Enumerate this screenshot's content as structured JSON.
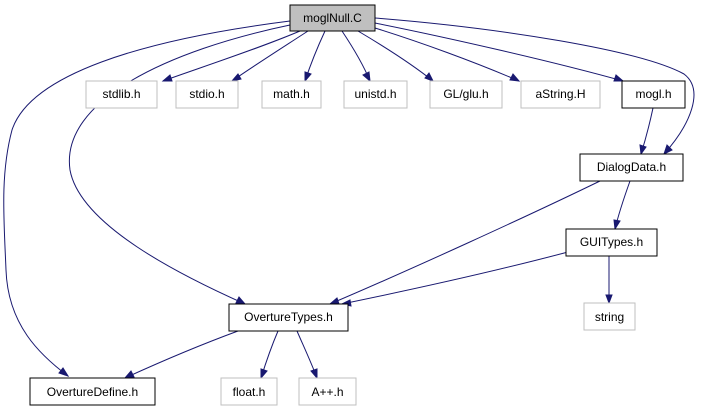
{
  "colors": {
    "edge": "#191970",
    "root_fill": "#bfbfbf",
    "root_border": "#000000",
    "documented_border": "#000000",
    "external_border": "#bfbfbf",
    "node_fill": "#ffffff"
  },
  "nodes": {
    "moglNull_C": {
      "label": "moglNull.C",
      "kind": "root"
    },
    "stdlib_h": {
      "label": "stdlib.h",
      "kind": "external"
    },
    "stdio_h": {
      "label": "stdio.h",
      "kind": "external"
    },
    "math_h": {
      "label": "math.h",
      "kind": "external"
    },
    "unistd_h": {
      "label": "unistd.h",
      "kind": "external"
    },
    "GL_glu_h": {
      "label": "GL/glu.h",
      "kind": "external"
    },
    "aString_H": {
      "label": "aString.H",
      "kind": "external"
    },
    "mogl_h": {
      "label": "mogl.h",
      "kind": "documented"
    },
    "DialogData_h": {
      "label": "DialogData.h",
      "kind": "documented"
    },
    "GUITypes_h": {
      "label": "GUITypes.h",
      "kind": "documented"
    },
    "string": {
      "label": "string",
      "kind": "external"
    },
    "OvertureTypes_h": {
      "label": "OvertureTypes.h",
      "kind": "documented"
    },
    "OvertureDefine_h": {
      "label": "OvertureDefine.h",
      "kind": "documented"
    },
    "float_h": {
      "label": "float.h",
      "kind": "external"
    },
    "Aplusplus_h": {
      "label": "A++.h",
      "kind": "external"
    }
  },
  "edges": [
    {
      "from": "moglNull_C",
      "to": "stdlib_h"
    },
    {
      "from": "moglNull_C",
      "to": "stdio_h"
    },
    {
      "from": "moglNull_C",
      "to": "math_h"
    },
    {
      "from": "moglNull_C",
      "to": "unistd_h"
    },
    {
      "from": "moglNull_C",
      "to": "GL_glu_h"
    },
    {
      "from": "moglNull_C",
      "to": "aString_H"
    },
    {
      "from": "moglNull_C",
      "to": "mogl_h"
    },
    {
      "from": "moglNull_C",
      "to": "DialogData_h"
    },
    {
      "from": "moglNull_C",
      "to": "OvertureTypes_h"
    },
    {
      "from": "moglNull_C",
      "to": "OvertureDefine_h"
    },
    {
      "from": "mogl_h",
      "to": "DialogData_h"
    },
    {
      "from": "DialogData_h",
      "to": "GUITypes_h"
    },
    {
      "from": "DialogData_h",
      "to": "OvertureTypes_h"
    },
    {
      "from": "GUITypes_h",
      "to": "string"
    },
    {
      "from": "GUITypes_h",
      "to": "OvertureTypes_h"
    },
    {
      "from": "OvertureTypes_h",
      "to": "OvertureDefine_h"
    },
    {
      "from": "OvertureTypes_h",
      "to": "float_h"
    },
    {
      "from": "OvertureTypes_h",
      "to": "Aplusplus_h"
    }
  ]
}
